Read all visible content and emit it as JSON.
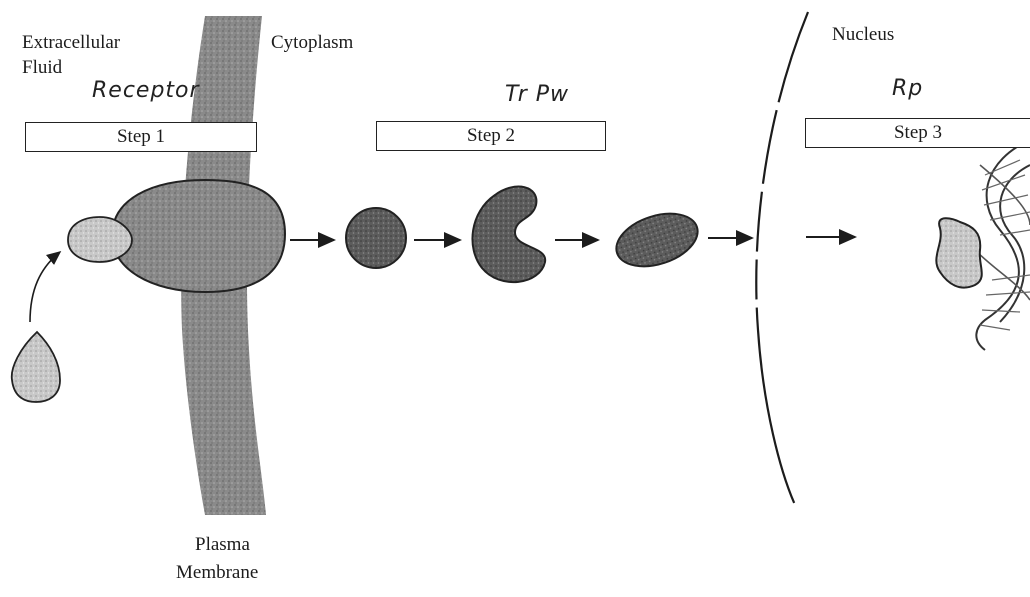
{
  "labels": {
    "extracellular": "Extracellular",
    "fluid": "Fluid",
    "cytoplasm": "Cytoplasm",
    "nucleus": "Nucleus",
    "plasma": "Plasma",
    "membrane": "Membrane"
  },
  "handwriting": {
    "step1_note": "Receptor",
    "step2_note": "Tr Pw",
    "step3_note": "Rp"
  },
  "steps": [
    {
      "label": "Step 1"
    },
    {
      "label": "Step 2"
    },
    {
      "label": "Step 3"
    }
  ],
  "colors": {
    "ink": "#1c1c1c",
    "membrane": "#8f8f8f",
    "receptor": "#9a9a9a",
    "ligand": "#cfcfcf",
    "relay_dark": "#5a5a5a",
    "dna": "#d6d6d6"
  }
}
